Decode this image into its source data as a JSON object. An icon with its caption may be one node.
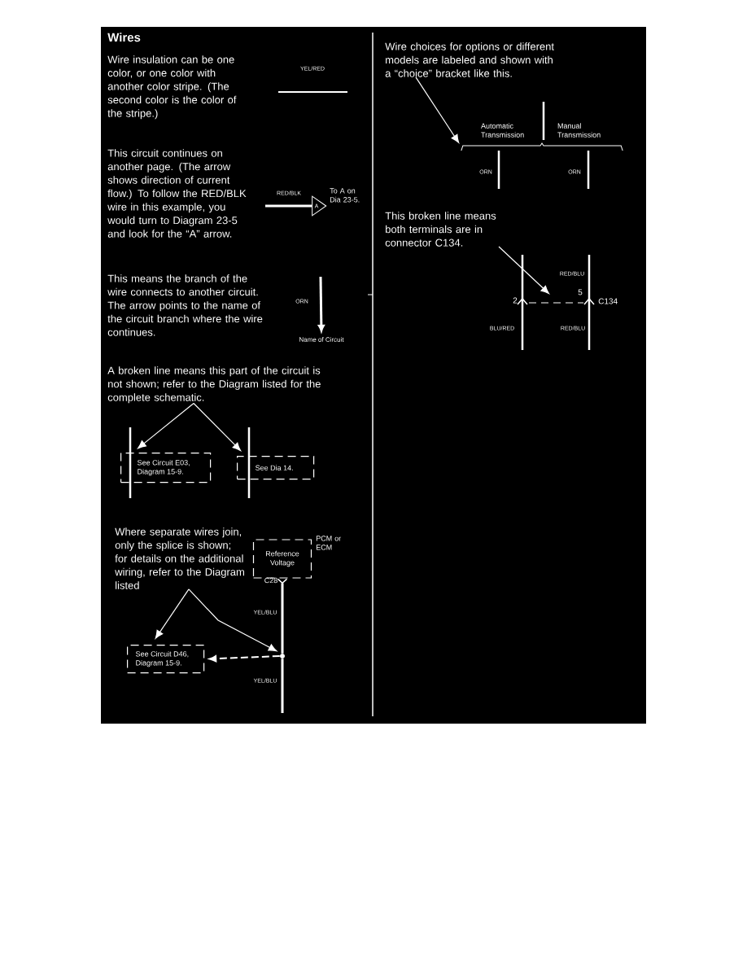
{
  "diagram": {
    "title": "Wires",
    "nodes": [
      {
        "text": [
          "Wire choices for options or different models are labeled and shown with a “choice” bracket like this."
        ]
      },
      {
        "text": [
          "This broken line means both terminals are in connector C134."
        ]
      },
      {
        "text": [
          "A broken line means this part of the circuit is not shown; refer to the Diagram listed for the complete schematic."
        ]
      },
      {
        "text": [
          "See Circuit E03, Diagram 15-9."
        ]
      },
      {
        "text": [
          "See Dia 14."
        ]
      },
      {
        "text": [
          "Where separate wires join, only the splice is shown; for details on the additional wiring, refer to the Diagram listed"
        ]
      },
      {
        "text": [
          "Reference Voltage"
        ],
        "beside": [
          "PCM or ECM",
          "C28"
        ]
      },
      {
        "text": [
          "See Circuit D46, Diagram 15-9."
        ]
      },
      {
        "text": [],
        "shape": "circle"
      },
      {
        "text": [
          "A"
        ],
        "beside": [
          "To A on Dia 23-5."
        ]
      },
      {
        "text": [
          "Name of Circuit"
        ]
      },
      {
        "text": [],
        "shape": "bracket"
      }
    ],
    "edges": [
      {
        "from": 0,
        "to": 11,
        "arrow": "to"
      },
      {
        "from": 1,
        "to": null,
        "arrow": "to"
      },
      {
        "from": 2,
        "to": 3,
        "arrow": "to"
      },
      {
        "from": 2,
        "to": 4,
        "arrow": "to"
      },
      {
        "from": 5,
        "to": 7,
        "arrow": "to"
      },
      {
        "from": 5,
        "to": 8,
        "arrow": "to"
      },
      {
        "from": 6,
        "to": 8,
        "arrow": "other",
        "label": "YEL/BLU",
        "style": "thick"
      },
      {
        "from": 8,
        "to": 7,
        "arrow": "to",
        "style": "dashed"
      },
      {
        "from": 8,
        "to": null,
        "arrow": "none",
        "label": "YEL/BLU",
        "style": "thick"
      },
      {
        "from": null,
        "to": 9,
        "arrow": "none",
        "label": "RED/BLK",
        "style": "thick"
      },
      {
        "from": null,
        "to": 10,
        "arrow": "to",
        "label": "ORN",
        "style": "thick"
      }
    ],
    "labels": [
      "Wire insulation can be one color, or one color with another color stripe. (The second color is the color of the stripe.)",
      "YEL/RED",
      "This circuit continues on another page. (The arrow shows direction of current flow.) To follow the RED/BLK wire in this example, you would turn to Diagram 23-5 and look for the “A” arrow.",
      "This means the branch of the wire connects to another circuit. The arrow points to the name of the circuit branch where the wire continues.",
      "Automatic Transmission",
      "Manual Transmission",
      "ORN",
      "ORN",
      "RED/BLU",
      "2",
      "5",
      "C134",
      "BLU/RED",
      "RED/BLU"
    ]
  }
}
